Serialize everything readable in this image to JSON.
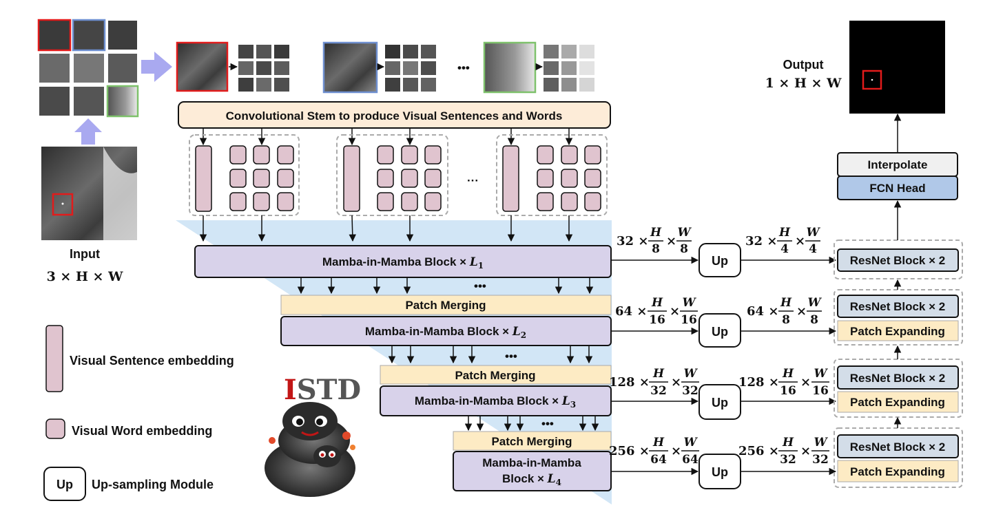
{
  "stem": {
    "label": "Convolutional Stem to produce Visual Sentences and Words"
  },
  "input": {
    "title": "Input",
    "shape": "3 × H × W"
  },
  "output": {
    "title": "Output",
    "shape": "1 × H × W"
  },
  "head": {
    "interpolate": "Interpolate",
    "fcn": "FCN Head"
  },
  "encoder": {
    "mim1": {
      "main": "Mamba-in-Mamba Block × ",
      "sub": "1"
    },
    "mim2": {
      "main": "Mamba-in-Mamba Block × ",
      "sub": "2"
    },
    "mim3": {
      "main": "Mamba-in-Mamba Block × ",
      "sub": "3"
    },
    "mim4": {
      "line1": "Mamba-in-Mamba",
      "line2": "Block × ",
      "sub": "4"
    },
    "merge_label": "Patch Merging",
    "L": "L"
  },
  "decoder": {
    "resnet_label": "ResNet Block × 2",
    "expand_label": "Patch Expanding",
    "up_label": "Up"
  },
  "dims": {
    "left": [
      {
        "c": "32",
        "h": "8",
        "w": "8"
      },
      {
        "c": "64",
        "h": "16",
        "w": "16"
      },
      {
        "c": "128",
        "h": "32",
        "w": "32"
      },
      {
        "c": "256",
        "h": "64",
        "w": "64"
      }
    ],
    "right": [
      {
        "c": "32",
        "h": "4",
        "w": "4"
      },
      {
        "c": "64",
        "h": "8",
        "w": "8"
      },
      {
        "c": "128",
        "h": "16",
        "w": "16"
      },
      {
        "c": "256",
        "h": "32",
        "w": "32"
      }
    ],
    "H": "H",
    "W": "W",
    "times": "×"
  },
  "legend": {
    "sentence": "Visual Sentence embedding",
    "word": "Visual Word embedding",
    "up_symbol": "Up",
    "up": "Up-sampling Module"
  },
  "logo": {
    "first": "I",
    "rest": "STD"
  },
  "ellipsis": "•••",
  "dots": "···",
  "colors": {
    "sentence_fill": "#e0c4cf",
    "block_fill": "#d8d2ea",
    "merge_fill": "#fdebc4",
    "stem_fill": "#fdecd8",
    "fcn_fill": "#b0c8e8",
    "resnet_fill": "#d3dde8",
    "wedge": "#d2e6f6",
    "arrow_big": "#a9a9f0"
  }
}
